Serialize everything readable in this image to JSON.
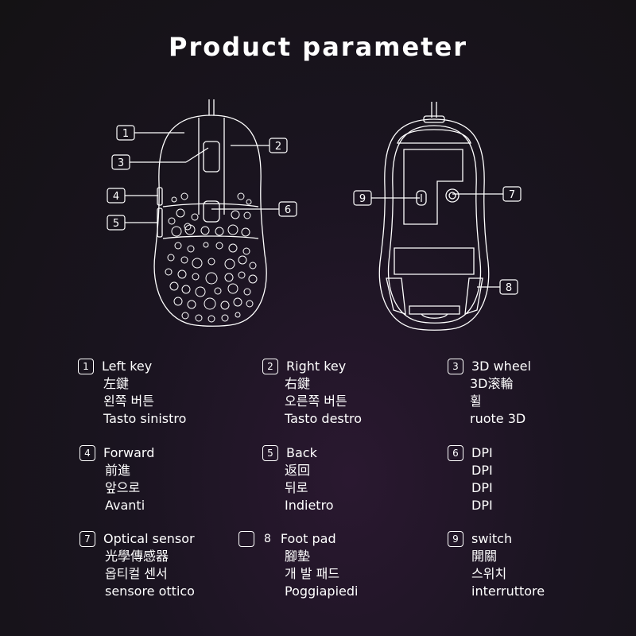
{
  "title": "Product parameter",
  "callouts": {
    "c1": "1",
    "c2": "2",
    "c3": "3",
    "c4": "4",
    "c5": "5",
    "c6": "6",
    "c7": "7",
    "c8": "8",
    "c9": "9"
  },
  "legend": [
    {
      "num": "1",
      "lines": [
        "Left key",
        "左鍵",
        "왼쪽 버튼",
        "Tasto sinistro"
      ]
    },
    {
      "num": "2",
      "lines": [
        "Right key",
        "右鍵",
        "오른쪽 버튼",
        "Tasto destro"
      ]
    },
    {
      "num": "3",
      "lines": [
        "3D wheel",
        "3D滚輪",
        "휠",
        "ruote 3D"
      ]
    },
    {
      "num": "4",
      "lines": [
        "Forward",
        "前進",
        "앞으로",
        "Avanti"
      ]
    },
    {
      "num": "5",
      "lines": [
        "Back",
        "返回",
        "뒤로",
        "Indietro"
      ]
    },
    {
      "num": "6",
      "lines": [
        "DPI",
        "DPI",
        "DPI",
        "DPI"
      ]
    },
    {
      "num": "7",
      "lines": [
        "Optical sensor",
        "光學傳感器",
        "옵티컬 센서",
        "sensore ottico"
      ]
    },
    {
      "num": "8",
      "lines": [
        "Foot pad",
        "腳墊",
        "개 발 패드",
        "Poggiapiedi"
      ]
    },
    {
      "num": "9",
      "lines": [
        "switch",
        "開關",
        "스위치",
        "interruttore"
      ]
    }
  ],
  "colors": {
    "foreground": "#ffffff",
    "background": "#161316"
  }
}
